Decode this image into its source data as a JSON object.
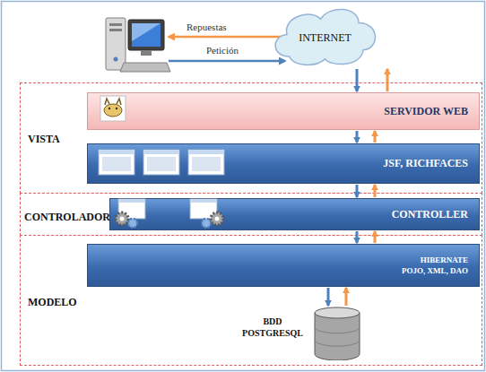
{
  "diagram": {
    "nodes": [
      {
        "text": [
          "INTERNET"
        ]
      },
      {
        "text": [
          "VISTA"
        ]
      },
      {
        "text": [
          "SERVIDOR WEB"
        ],
        "in": 1
      },
      {
        "text": [
          "JSF, RICHFACES"
        ],
        "in": 1
      },
      {
        "text": [
          "CONTROLADOR"
        ]
      },
      {
        "text": [
          "CONTROLLER"
        ],
        "in": 4
      },
      {
        "text": [
          "MODELO"
        ]
      },
      {
        "text": [
          "HIBERNATE",
          "POJO, XML, DAO"
        ],
        "in": 6
      },
      {
        "text": [
          "BDD POSTGRESQL"
        ],
        "in": 6
      }
    ],
    "edges": [
      {
        "from": 0,
        "to": 2,
        "arrow": "to"
      },
      {
        "from": 2,
        "to": 0,
        "arrow": "to"
      },
      {
        "from": 2,
        "to": 3,
        "arrow": "to"
      },
      {
        "from": 3,
        "to": 2,
        "arrow": "to"
      },
      {
        "from": 3,
        "to": 5,
        "arrow": "to"
      },
      {
        "from": 5,
        "to": 3,
        "arrow": "to"
      },
      {
        "from": 5,
        "to": 7,
        "arrow": "to"
      },
      {
        "from": 7,
        "to": 5,
        "arrow": "to"
      },
      {
        "from": 7,
        "to": 8,
        "arrow": "to"
      },
      {
        "from": 8,
        "to": 7,
        "arrow": "to"
      }
    ],
    "labels": [
      "Repuestas",
      "Petición"
    ]
  }
}
